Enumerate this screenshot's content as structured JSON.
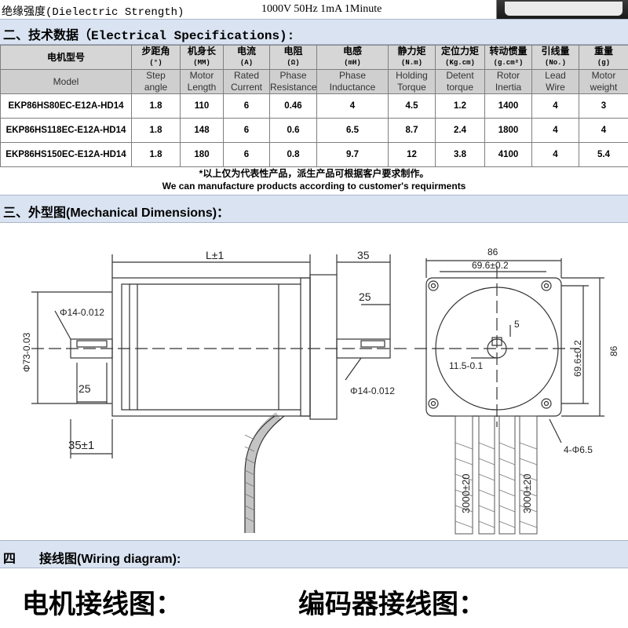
{
  "insulation": {
    "label": "绝缘强度(Dielectric Strength)",
    "value": "1000V 50Hz 1mA 1Minute"
  },
  "section2": {
    "title": "二、技术数据（Electrical Specifications):"
  },
  "table": {
    "header_cn": [
      {
        "cn": "电机型号",
        "unit": ""
      },
      {
        "cn": "步距角",
        "unit": "(°)"
      },
      {
        "cn": "机身长",
        "unit": "(MM)"
      },
      {
        "cn": "电流",
        "unit": "(A)"
      },
      {
        "cn": "电阻",
        "unit": "(Ω)"
      },
      {
        "cn": "电感",
        "unit": "(mH)"
      },
      {
        "cn": "静力矩",
        "unit": "(N.m)"
      },
      {
        "cn": "定位力矩",
        "unit": "(Kg.cm)"
      },
      {
        "cn": "转动惯量",
        "unit": "(g.cm²)"
      },
      {
        "cn": "引线量",
        "unit": "(No.)"
      },
      {
        "cn": "重量",
        "unit": "(g)"
      }
    ],
    "header_en": [
      [
        "Model"
      ],
      [
        "Step",
        "angle"
      ],
      [
        "Motor",
        "Length"
      ],
      [
        "Rated",
        "Current"
      ],
      [
        "Phase",
        "Resistance"
      ],
      [
        "Phase",
        "Inductance"
      ],
      [
        "Holding",
        "Torque"
      ],
      [
        "Detent",
        "torque"
      ],
      [
        "Rotor",
        "Inertia"
      ],
      [
        "Lead",
        "Wire"
      ],
      [
        "Motor",
        "weight"
      ]
    ],
    "rows": [
      [
        "EKP86HS80EC-E12A-HD14",
        "1.8",
        "110",
        "6",
        "0.46",
        "4",
        "4.5",
        "1.2",
        "1400",
        "4",
        "3"
      ],
      [
        "EKP86HS118EC-E12A-HD14",
        "1.8",
        "148",
        "6",
        "0.6",
        "6.5",
        "8.7",
        "2.4",
        "1800",
        "4",
        "4"
      ],
      [
        "EKP86HS150EC-E12A-HD14",
        "1.8",
        "180",
        "6",
        "0.8",
        "9.7",
        "12",
        "3.8",
        "4100",
        "4",
        "5.4"
      ]
    ]
  },
  "note": {
    "cn": "*以上仅为代表性产品，派生产品可根据客户要求制作。",
    "en": "We can manufacture products according to customer's requirments"
  },
  "section3": {
    "title": "三、外型图(Mechanical Dimensions)："
  },
  "dims": {
    "length": "L±1",
    "shaft_len": "35",
    "key_len": "25",
    "shaft_dia": "Φ14-0.012",
    "pilot_dia": "Φ73-0.03",
    "rear_key": "25",
    "rear_len": "35±1",
    "front_shaft_dia": "Φ14-0.012",
    "flange": "86",
    "hole_pitch_h": "69.6±0.2",
    "hole_pitch_v": "69.6±0.2",
    "flange_v": "86",
    "key_width": "5",
    "flat": "11.5-0.1",
    "holes": "4-Φ6.5",
    "cable1": "3000±20",
    "cable2": "3000±20"
  },
  "section4": {
    "num": "四",
    "title": "接线图(Wiring diagram):"
  },
  "wiring": {
    "motor": "电机接线图：",
    "encoder": "编码器接线图："
  }
}
